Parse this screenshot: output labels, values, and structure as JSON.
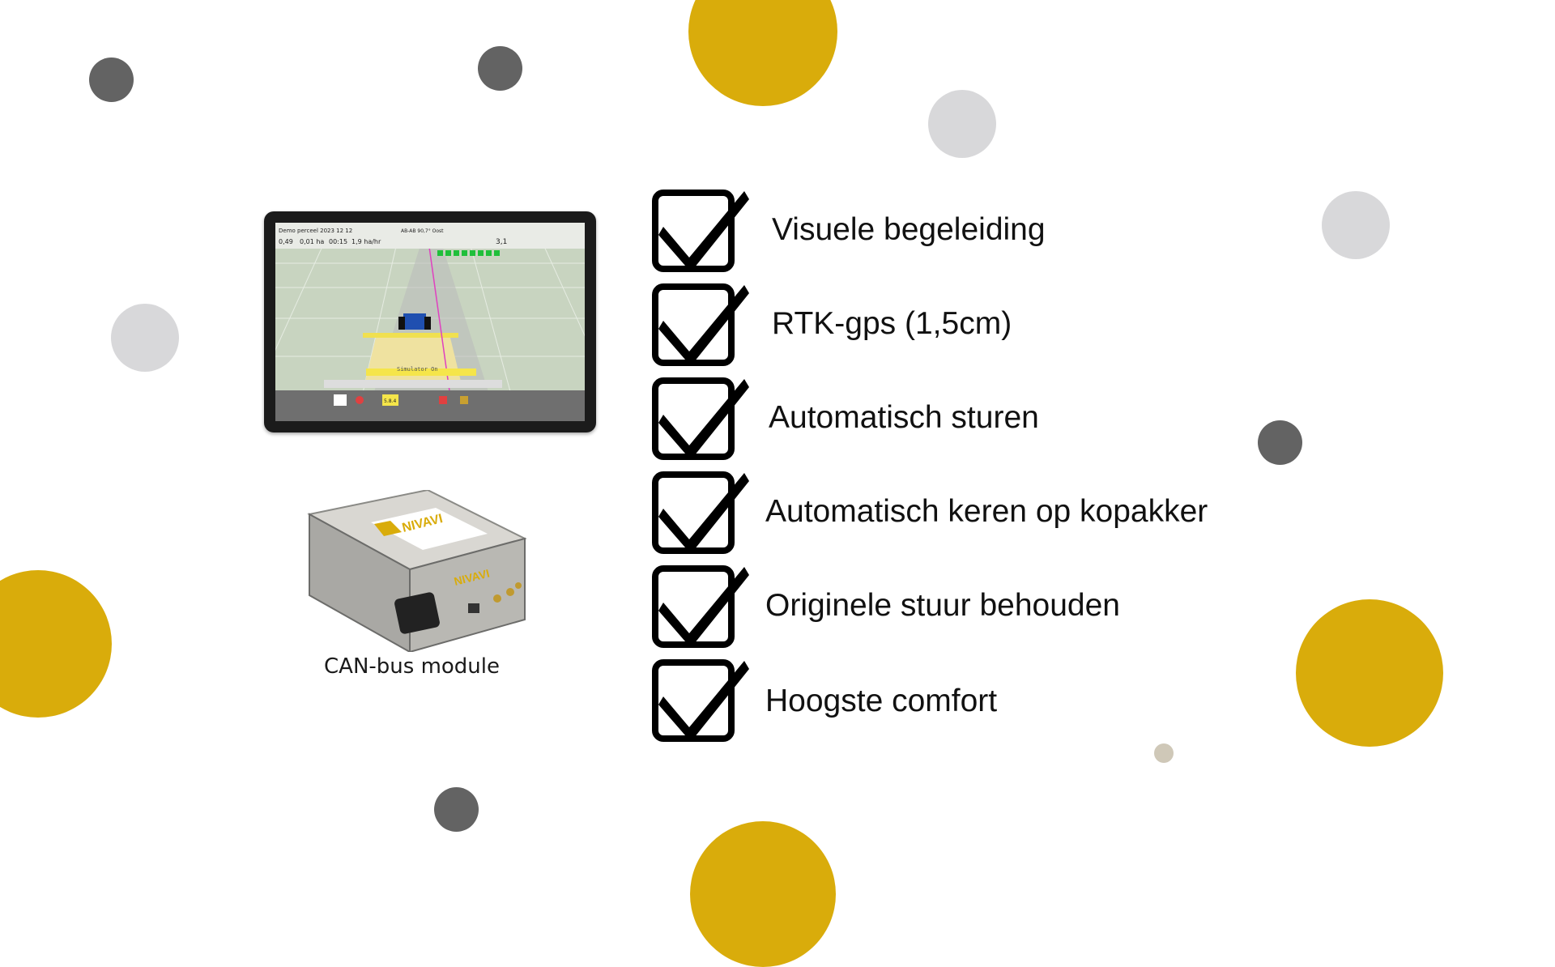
{
  "device": {
    "caption": "CAN-bus module",
    "brand_label": "NIVAVI",
    "screen": {
      "top_left_title": "Demo perceel 2023 12 12",
      "area_done": "0,49",
      "area_unit_1": "0,01 ha",
      "time": "00:15",
      "rate": "1,9 ha/hr",
      "ab_line": "AB-AB 90,7° Oost",
      "speed": "3,1",
      "simulator_label": "Simulator On",
      "version": "5.8.4"
    }
  },
  "features": [
    {
      "label": "Visuele begeleiding"
    },
    {
      "label": "RTK-gps (1,5cm)"
    },
    {
      "label": "Automatisch sturen"
    },
    {
      "label": "Automatisch keren op kopakker"
    },
    {
      "label": "Originele stuur behouden"
    },
    {
      "label": "Hoogste comfort"
    }
  ],
  "colors": {
    "gold": "#D9AC0B",
    "dark_gray": "#636363",
    "light_gray": "#D8D8DA",
    "beige": "#CFC8B8"
  }
}
